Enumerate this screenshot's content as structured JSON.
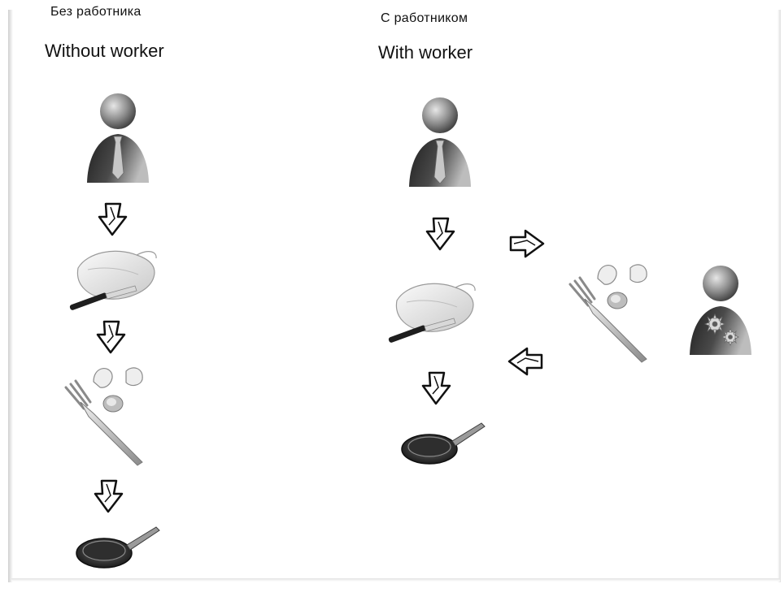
{
  "left_column": {
    "title_ru": "Без работника",
    "title_en": "Without worker",
    "steps": [
      "person-icon",
      "raw-chicken-icon",
      "fork-and-eggs-icon",
      "frying-pan-icon"
    ]
  },
  "right_column": {
    "title_ru": "С работником",
    "title_en": "With worker",
    "steps": [
      "person-icon",
      "raw-chicken-icon",
      "frying-pan-icon"
    ],
    "delegated_task": "fork-and-eggs-icon",
    "worker": "worker-gears-icon"
  },
  "colors": {
    "figure_dark": "#2b2b2b",
    "figure_light": "#9a9a9a",
    "arrow_stroke": "#111111",
    "background": "#ffffff"
  }
}
